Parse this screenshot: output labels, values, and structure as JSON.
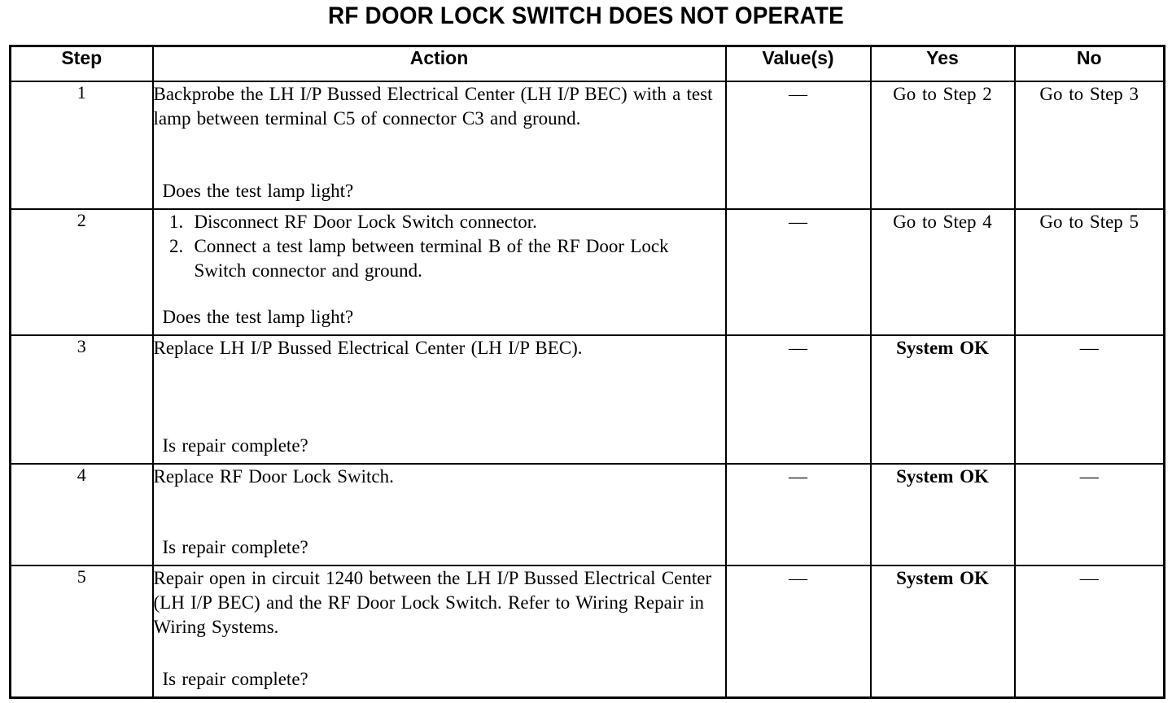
{
  "document": {
    "title": "RF DOOR LOCK SWITCH DOES NOT OPERATE"
  },
  "table": {
    "columns": [
      {
        "key": "step",
        "label": "Step"
      },
      {
        "key": "action",
        "label": "Action"
      },
      {
        "key": "value",
        "label": "Value(s)"
      },
      {
        "key": "yes",
        "label": "Yes"
      },
      {
        "key": "no",
        "label": "No"
      }
    ],
    "rows": [
      {
        "step": "1",
        "action_body": "Backprobe the LH I/P Bussed Electrical Center (LH I/P BEC) with a test lamp between terminal C5 of connector C3 and ground.",
        "action_question": "Does the test lamp light?",
        "value": "—",
        "yes": "Go to Step 2",
        "no": "Go to Step 3"
      },
      {
        "step": "2",
        "action_items": [
          "Disconnect RF Door Lock Switch connector.",
          "Connect a test lamp between terminal B of the RF Door Lock Switch connector and ground."
        ],
        "action_question": "Does the test lamp light?",
        "value": "—",
        "yes": "Go to Step 4",
        "no": "Go to Step 5"
      },
      {
        "step": "3",
        "action_body": "Replace LH I/P Bussed Electrical Center (LH I/P BEC).",
        "action_question": "Is repair complete?",
        "value": "—",
        "yes": "System OK",
        "no": "—"
      },
      {
        "step": "4",
        "action_body": "Replace RF Door Lock Switch.",
        "action_question": "Is repair complete?",
        "value": "—",
        "yes": "System OK",
        "no": "—"
      },
      {
        "step": "5",
        "action_body": "Repair open in circuit 1240 between the LH I/P Bussed Electrical Center (LH I/P BEC) and the RF Door Lock Switch. Refer to Wiring Repair in Wiring Systems.",
        "action_question": "Is repair complete?",
        "value": "—",
        "yes": "System OK",
        "no": "—"
      }
    ]
  },
  "colors": {
    "ink": "#000000",
    "paper": "#ffffff"
  }
}
